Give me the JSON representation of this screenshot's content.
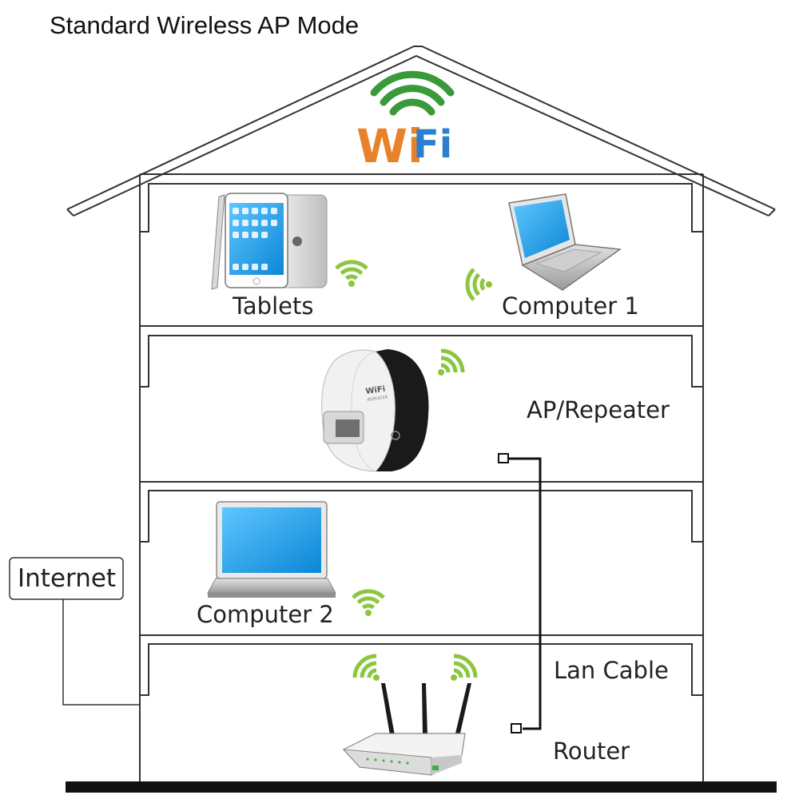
{
  "title": "Standard Wireless AP Mode",
  "logo": {
    "text_wi": "Wi",
    "text_fi": "Fi",
    "icon": "wifi-logo"
  },
  "labels": {
    "tablets": "Tablets",
    "computer1": "Computer 1",
    "ap_repeater": "AP/Repeater",
    "computer2": "Computer 2",
    "lan_cable": "Lan Cable",
    "router": "Router",
    "internet": "Internet"
  },
  "devices": {
    "repeater_brand": "WiFi",
    "repeater_sub": "REPEATER"
  },
  "colors": {
    "signal_green": "#8cc63f",
    "signal_green_dark": "#5a9e1f",
    "logo_green": "#3a9a3a",
    "logo_orange": "#e8822a",
    "logo_blue": "#2a7fd0",
    "screen_blue": "#1fa3ef",
    "outline": "#333333"
  }
}
